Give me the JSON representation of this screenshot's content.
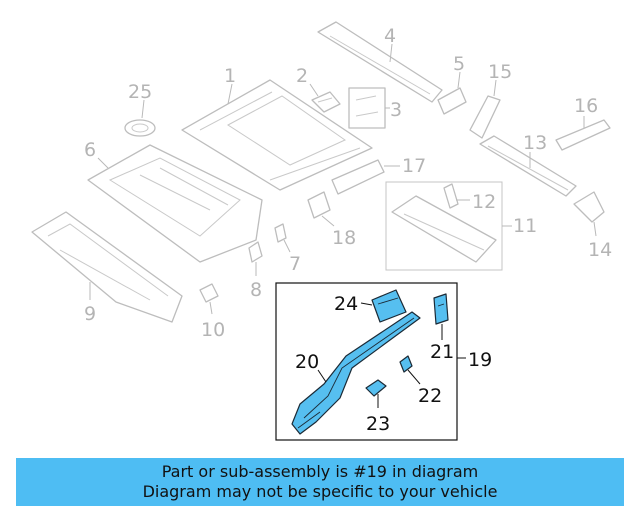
{
  "diagram": {
    "callouts": [
      "1",
      "2",
      "3",
      "4",
      "5",
      "6",
      "7",
      "8",
      "9",
      "10",
      "11",
      "12",
      "13",
      "14",
      "15",
      "16",
      "17",
      "18",
      "25"
    ],
    "highlight_group": "19",
    "highlight_callouts": [
      "20",
      "21",
      "22",
      "23",
      "24"
    ],
    "colors": {
      "highlight": "#56bff0",
      "outline_gray": "#bdbdbd",
      "banner": "#4ebdf3"
    }
  },
  "banner": {
    "line1": "Part or sub-assembly is #19 in diagram",
    "line2": "Diagram may not be specific to your vehicle"
  }
}
